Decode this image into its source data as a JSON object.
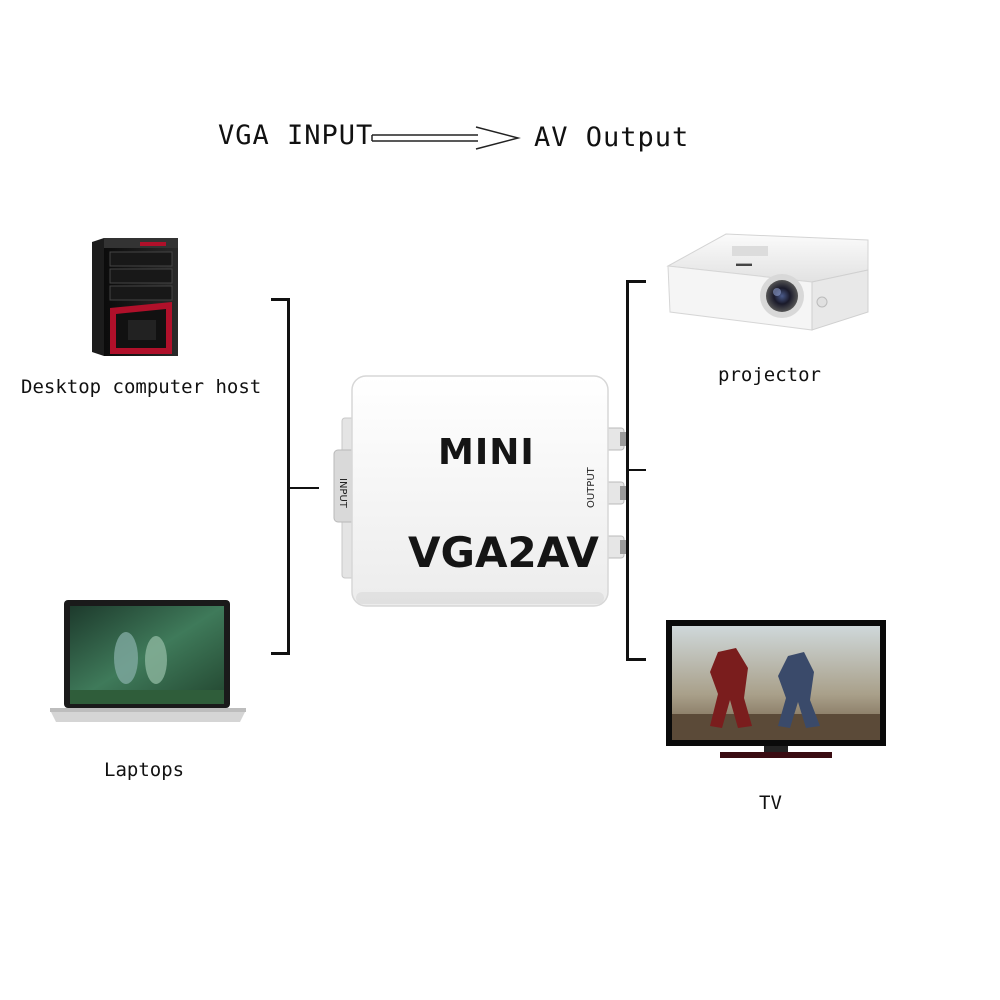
{
  "header": {
    "input_label": "VGA INPUT",
    "output_label": "AV Output",
    "arrow_icon": "double-line-right-arrow-icon"
  },
  "sources": [
    {
      "label": "Desktop computer host",
      "icon": "desktop-tower-icon"
    },
    {
      "label": "Laptops",
      "icon": "laptop-icon"
    }
  ],
  "adapter": {
    "brand": "MINI",
    "model": "VGA2AV",
    "input_port_label": "INPUT",
    "output_port_label": "OUTPUT",
    "body_color": "#f3f3f3"
  },
  "destinations": [
    {
      "label": "projector",
      "icon": "projector-icon"
    },
    {
      "label": "TV",
      "icon": "tv-icon"
    }
  ],
  "colors": {
    "line": "#111111",
    "tower_accent": "#b0102a",
    "projector_lens": "#1a1a2a"
  }
}
